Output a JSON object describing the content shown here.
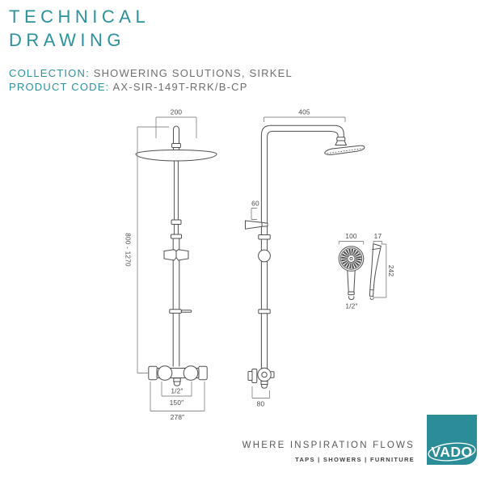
{
  "header": {
    "title_line1": "TECHNICAL",
    "title_line2": "DRAWING",
    "collection_label": "COLLECTION:",
    "collection_value": "SHOWERING SOLUTIONS, SIRKEL",
    "product_code_label": "PRODUCT CODE:",
    "product_code_value": "AX-SIR-149T-RRK/B-CP"
  },
  "dimensions": {
    "front": {
      "head_diameter": "200",
      "adjustable_height": "800 - 1270",
      "outlet_connection": "1/2″",
      "inlet_centres": "150″",
      "overall_width": "278″"
    },
    "side": {
      "arm_projection": "405",
      "holder_depth": "60",
      "valve_depth": "80"
    },
    "handset": {
      "head_diameter": "100",
      "head_depth": "17",
      "length": "242",
      "connection": "1/2″"
    }
  },
  "footer": {
    "tagline": "WHERE INSPIRATION FLOWS",
    "categories": "TAPS | SHOWERS | FURNITURE",
    "brand": "VADO"
  },
  "colors": {
    "teal_text": "#2C919D",
    "logo_teal": "#2B8D98",
    "drawing_line": "#4F4F4F",
    "dimension_line": "#8C8C8C",
    "body_text_gray": "#6D6E70"
  }
}
